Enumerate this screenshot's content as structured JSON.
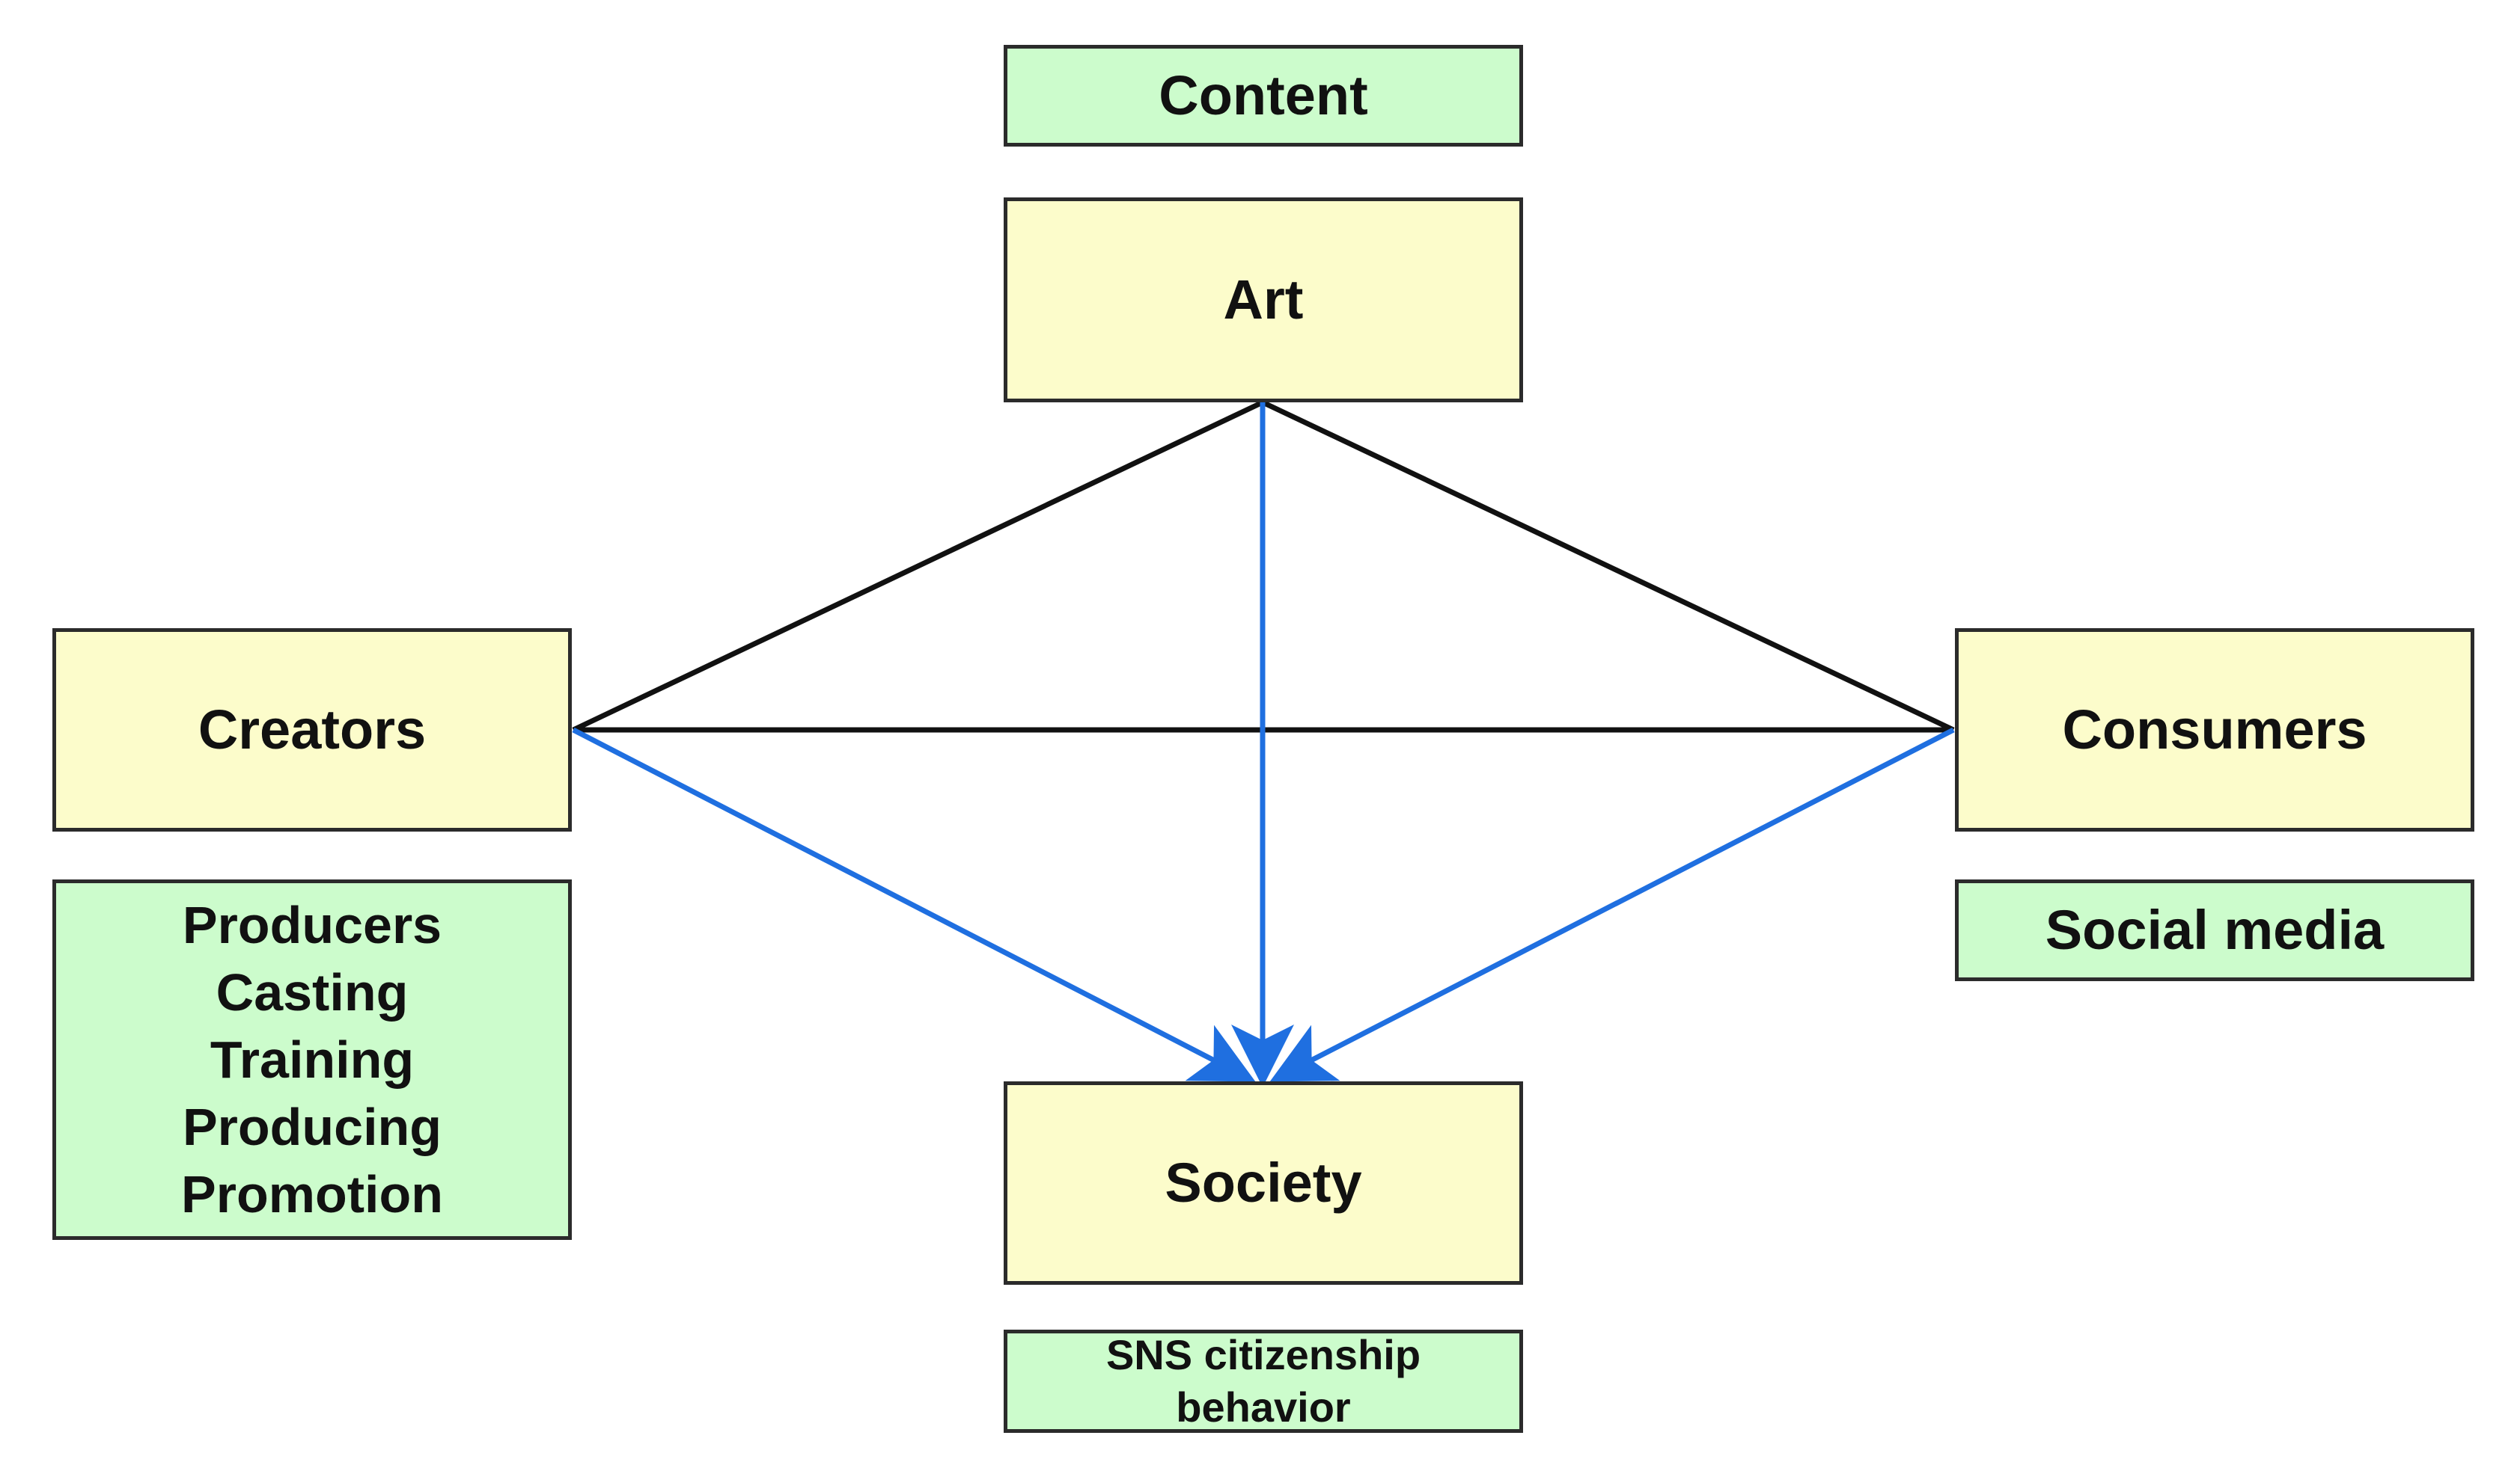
{
  "nodes": {
    "content": {
      "label": "Content"
    },
    "art": {
      "label": "Art"
    },
    "creators": {
      "label": "Creators"
    },
    "consumers": {
      "label": "Consumers"
    },
    "society": {
      "label": "Society"
    },
    "creators_details": {
      "items": [
        "Producers",
        "Casting",
        "Training",
        "Producing",
        "Promotion"
      ]
    },
    "consumers_detail": {
      "label": "Social media"
    },
    "society_detail": {
      "lines": [
        "SNS citizenship",
        "behavior"
      ]
    }
  },
  "colors": {
    "primary_box_fill": "#fcfccb",
    "secondary_box_fill": "#ccfccc",
    "box_border": "#2b2b2b",
    "relation_line": "#111111",
    "influence_arrow": "#1f6fe0"
  },
  "edges": [
    {
      "from": "art",
      "to": "creators",
      "style": "line"
    },
    {
      "from": "art",
      "to": "consumers",
      "style": "line"
    },
    {
      "from": "creators",
      "to": "consumers",
      "style": "line"
    },
    {
      "from": "art",
      "to": "society",
      "style": "arrow"
    },
    {
      "from": "creators",
      "to": "society",
      "style": "arrow"
    },
    {
      "from": "consumers",
      "to": "society",
      "style": "arrow"
    }
  ]
}
